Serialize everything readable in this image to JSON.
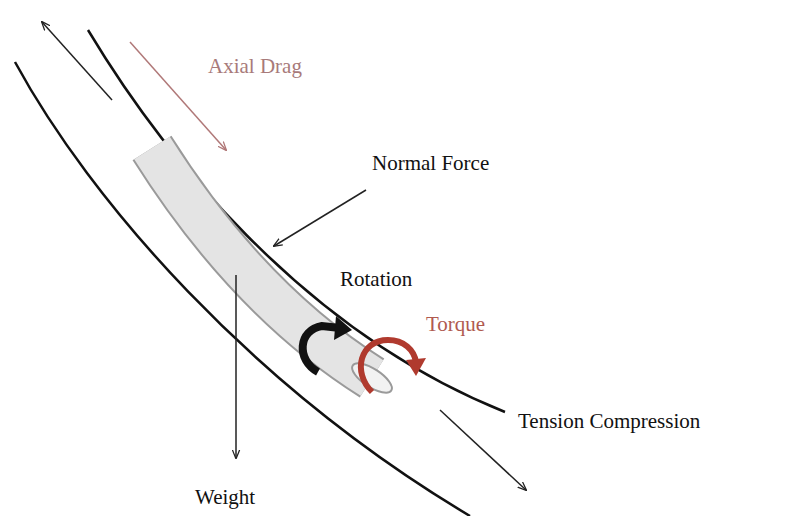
{
  "diagram": {
    "labels": [
      "Axial Drag",
      "Normal Force",
      "Rotation",
      "Torque",
      "Tension Compression",
      "Weight"
    ]
  }
}
